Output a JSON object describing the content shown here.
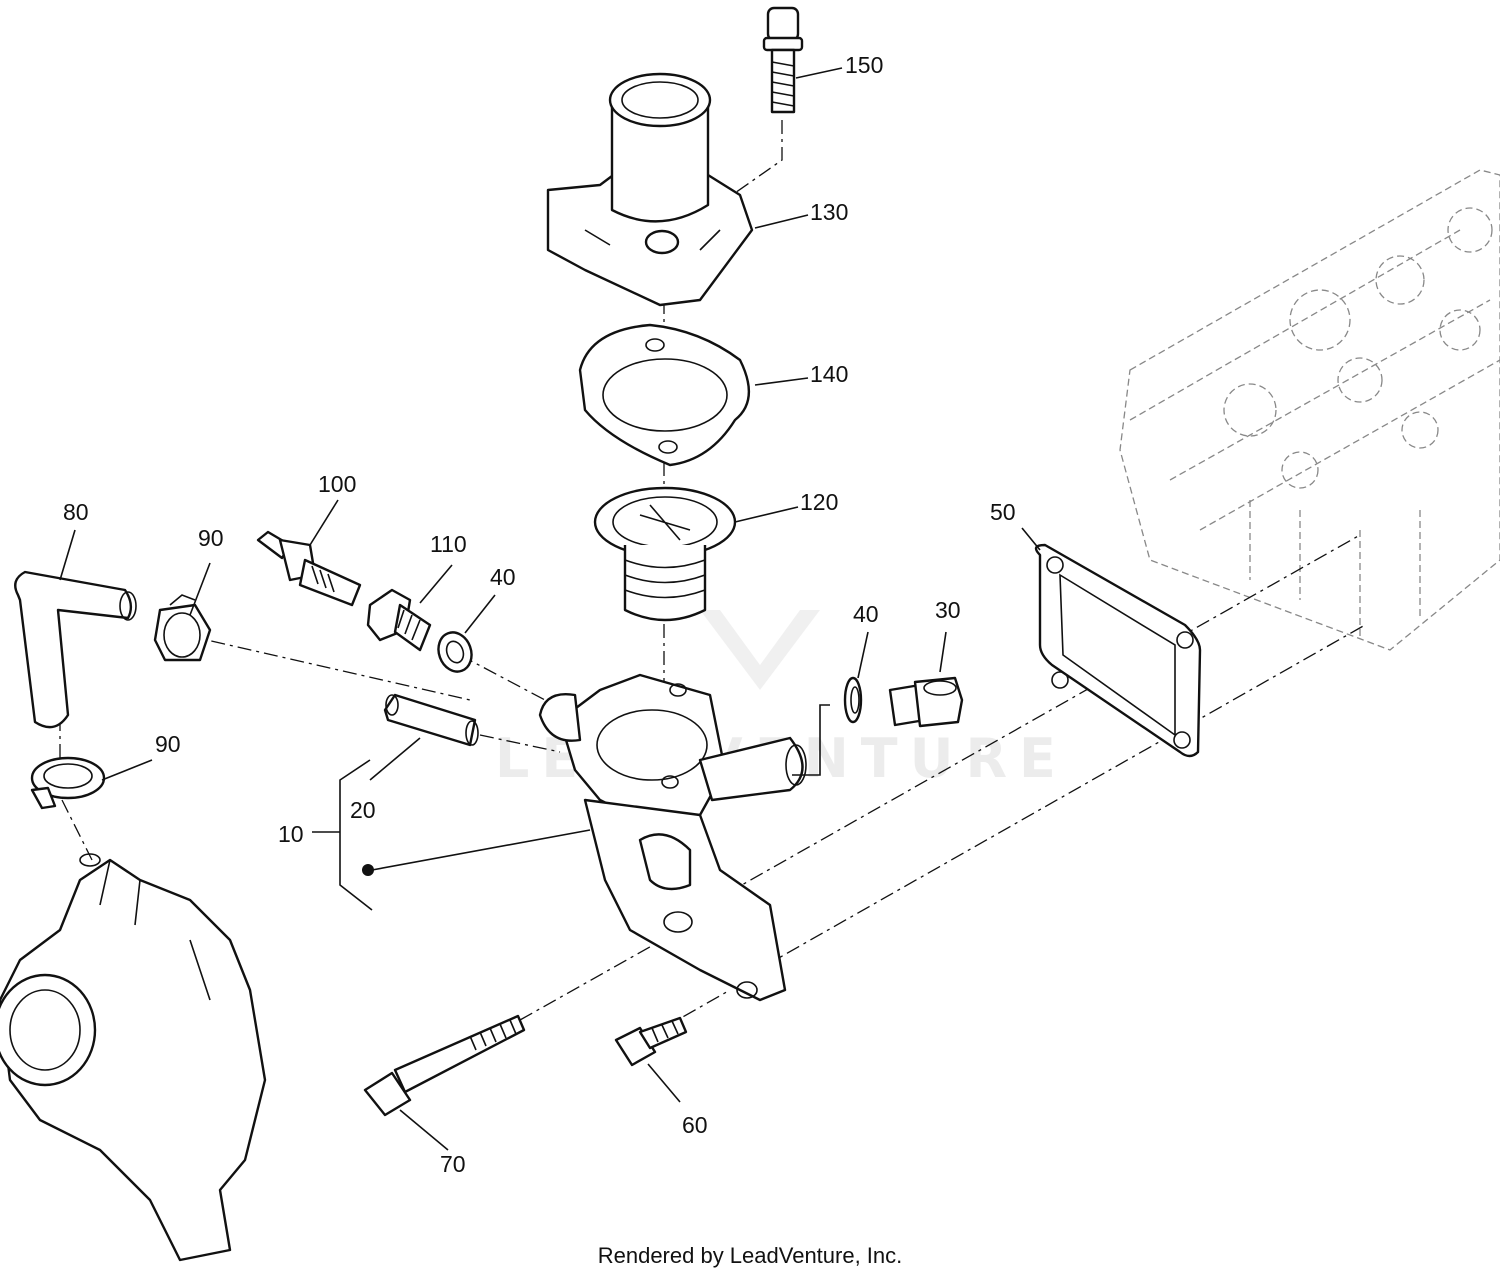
{
  "diagram": {
    "callouts": {
      "p150": "150",
      "p130": "130",
      "p140": "140",
      "p120": "120",
      "p100": "100",
      "p110": "110",
      "p40a": "40",
      "p40b": "40",
      "p30": "30",
      "p50": "50",
      "p80": "80",
      "p90a": "90",
      "p90b": "90",
      "p20": "20",
      "p10": "10",
      "p60": "60",
      "p70": "70"
    },
    "watermark": "LEADVENTURE",
    "footer": "Rendered by LeadVenture, Inc."
  }
}
